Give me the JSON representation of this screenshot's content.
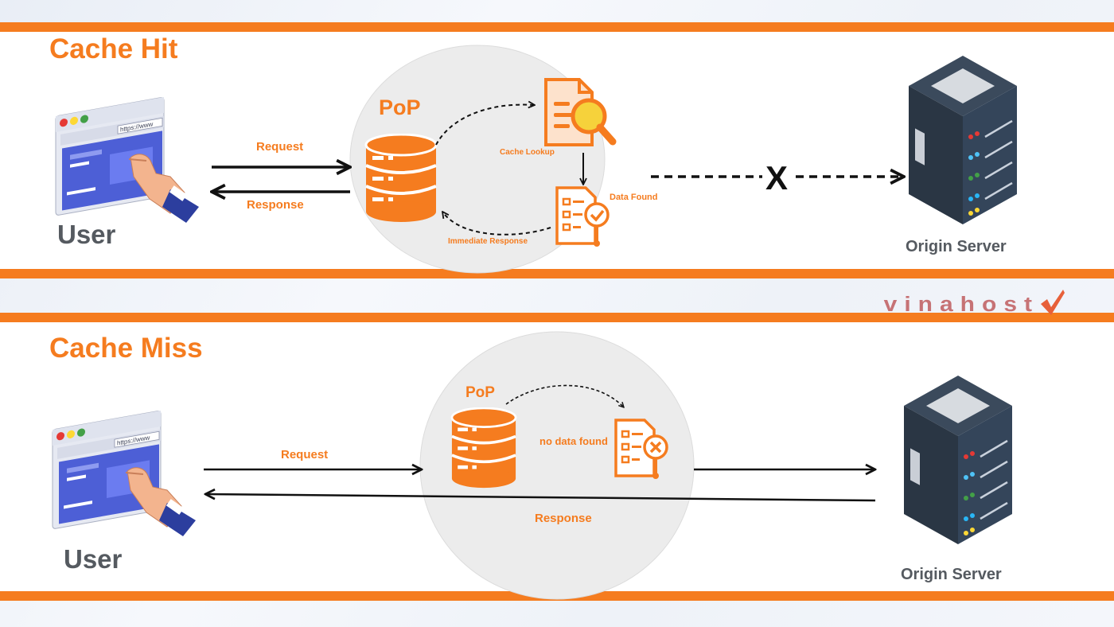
{
  "cache_hit": {
    "title": "Cache Hit",
    "user_label": "User",
    "pop_label": "PoP",
    "request_label": "Request",
    "response_label": "Response",
    "cache_lookup_label": "Cache Lookup",
    "data_found_label": "Data Found",
    "immediate_response_label": "Immediate Response",
    "blocked_marker": "X",
    "origin_label": "Origin Server"
  },
  "cache_miss": {
    "title": "Cache Miss",
    "user_label": "User",
    "pop_label": "PoP",
    "request_label": "Request",
    "response_label": "Response",
    "no_data_label": "no data found",
    "origin_label": "Origin Server"
  },
  "browser_url": "https://www",
  "brand": {
    "logo_text": "vinahost"
  },
  "colors": {
    "accent": "#f57c1f",
    "dark_text": "#555a60",
    "server_body": "#2f3d4d",
    "browser_blue": "#4d5fd6"
  },
  "icons": {
    "user": "browser-touch-icon",
    "pop": "database-icon",
    "cache_lookup": "document-search-icon",
    "data_found": "checklist-check-icon",
    "no_data": "checklist-x-icon",
    "origin": "server-rack-icon",
    "logo_mark": "checkmark-icon"
  }
}
